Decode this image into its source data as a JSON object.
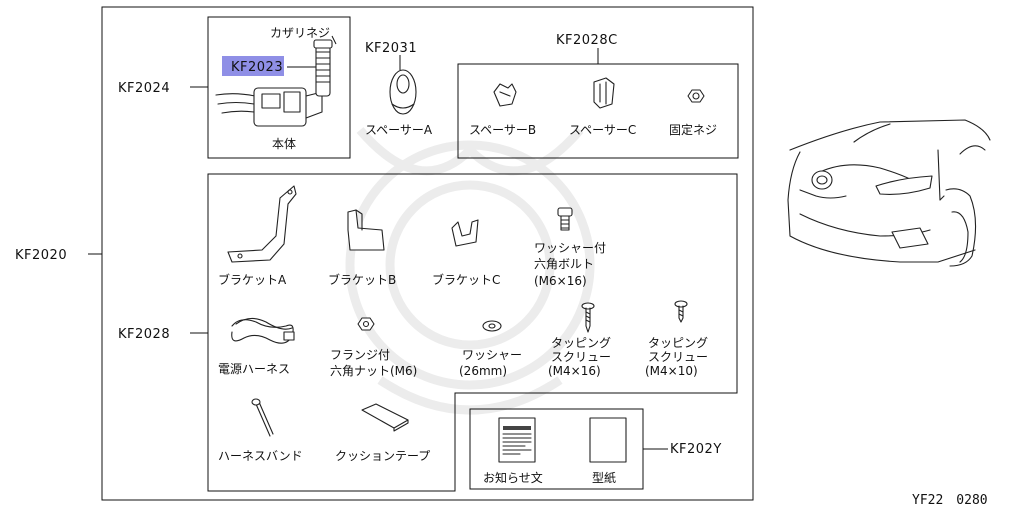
{
  "codes": {
    "main": "KF2020",
    "unit_group": "KF2024",
    "clip_group": "KF2028C",
    "part_2031": "KF2031",
    "part_2023": "KF2023",
    "hardware_group": "KF2028",
    "docs_group": "KF202Y"
  },
  "parts": {
    "kazari_neji": "カザリネジ",
    "honntai": "本体",
    "spacer_a": "スペーサーA",
    "spacer_b": "スペーサーB",
    "spacer_c": "スペーサーC",
    "kotei_neji": "固定ネジ",
    "bracket_a": "ブラケットA",
    "bracket_b": "ブラケットB",
    "bracket_c": "ブラケットC",
    "washer_bolt_line1": "ワッシャー付",
    "washer_bolt_line2": "六角ボルト",
    "washer_bolt_line3": "(M6×16)",
    "harness": "電源ハーネス",
    "flange_nut_line1": "フランジ付",
    "flange_nut_line2": "六角ナット(M6)",
    "washer_line1": "ワッシャー",
    "washer_line2": "(26mm)",
    "tap_screw16_line1": "タッピング",
    "tap_screw16_line2": "スクリュー",
    "tap_screw16_line3": "(M4×16)",
    "tap_screw10_line1": "タッピング",
    "tap_screw10_line2": "スクリュー",
    "tap_screw10_line3": "(M4×10)",
    "harness_band": "ハーネスバンド",
    "cushion_tape": "クッションテープ",
    "notice": "お知らせ文",
    "template": "型紙"
  },
  "reference": "YF22　0280",
  "highlight_color": "#8f8fe6",
  "icons": [
    "car-front-icon",
    "watermark-crest-icon"
  ]
}
